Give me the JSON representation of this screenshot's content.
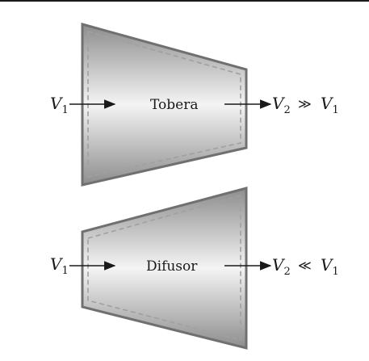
{
  "diagrams": [
    {
      "id": "tobera",
      "name": "Tobera",
      "inlet": {
        "symbol": "V",
        "sub": "1"
      },
      "outlet": {
        "symbol": "V",
        "sub": "2"
      },
      "relation": "≫",
      "compare": {
        "symbol": "V",
        "sub": "1"
      }
    },
    {
      "id": "difusor",
      "name": "Difusor",
      "inlet": {
        "symbol": "V",
        "sub": "1"
      },
      "outlet": {
        "symbol": "V",
        "sub": "2"
      },
      "relation": "≪",
      "compare": {
        "symbol": "V",
        "sub": "1"
      }
    }
  ],
  "colors": {
    "body_light": "#f6f6f6",
    "body_dark": "#8a8a8a",
    "wall": "#777777",
    "dash": "#9a9a9a",
    "ink": "#1a1a1a"
  }
}
